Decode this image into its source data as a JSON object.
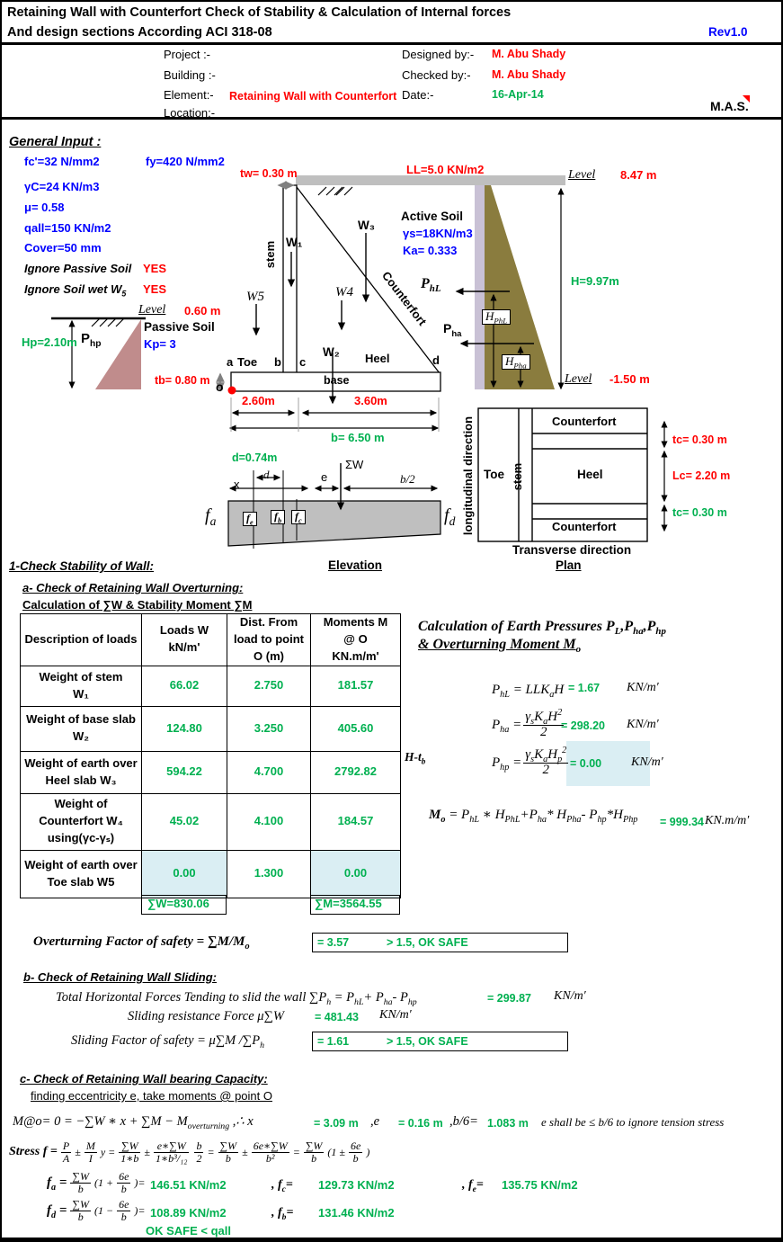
{
  "hdr": {
    "t1": "Retaining Wall with Counterfort Check of Stability & Calculation of Internal forces",
    "t2": "And design sections According ACI 318-08",
    "rev": "Rev1.0",
    "project": "Project :-",
    "building": "Building :-",
    "element": "Element:-",
    "location": "Location:-",
    "element_v": "Retaining Wall with Counterfort",
    "designed": "Designed by:-",
    "designed_v": "M. Abu Shady",
    "checked": "Checked by:-",
    "checked_v": "M. Abu Shady",
    "date": "Date:-",
    "date_v": "16-Apr-14",
    "sig": "M.A.S."
  },
  "gi": {
    "h": "General Input :",
    "fc": "fc'=32 N/mm2",
    "fy": "fy=420 N/mm2",
    "gc": "γC=24 KN/m3",
    "mu": "μ= 0.58",
    "qall": "qall=150 KN/m2",
    "cover": "Cover=50 mm",
    "ip": "Ignore Passive Soil",
    "ip_v": "YES",
    "iw": "Ignore Soil wet W",
    "iw_sub": "5",
    "iw_v": "YES"
  },
  "elev": {
    "tw": "tw= 0.30 m",
    "ll": "LL=5.0 KN/m2",
    "lv": "Level",
    "lv_top": "8.47 m",
    "lv_mid": "0.60 m",
    "lv_bot": "-1.50 m",
    "as1": "Active Soil",
    "as2": "γs=18KN/m3",
    "as3": "Ka= 0.333",
    "w1": "W₁",
    "w2": "W₂",
    "w3": "W₃",
    "w4": "W4",
    "w5": "W5",
    "stem": "stem",
    "cf": "Counterfort",
    "phl": "P",
    "phl_s": "hL",
    "pha": "P",
    "pha_s": "ha",
    "hphl": "H",
    "hphl_s": "PhL",
    "hpha": "H",
    "hpha_s": "Pha",
    "h": "H=9.97m",
    "ps1": "Passive Soil",
    "kp": "Kp= 3",
    "hp": "Hp=2.10m",
    "php": "P",
    "php_s": "hp",
    "tb": "tb= 0.80 m",
    "a": "a",
    "b": "b",
    "c": "c",
    "d": "d",
    "o": "o",
    "toe": "Toe",
    "heel": "Heel",
    "base": "base",
    "d26": "2.60m",
    "d36": "3.60m",
    "b65": "b= 6.50 m",
    "d074": "d=0.74m",
    "sw": "ΣW",
    "e": "e",
    "b2": "b/2",
    "x": "x",
    "dd": "d",
    "fa": "f",
    "fa_s": "a",
    "fb": "f",
    "fb_s": "b",
    "fc": "f",
    "fc_s": "c",
    "fd": "f",
    "fd_s": "d",
    "fe": "f",
    "fe_s": "e",
    "cap": "Elevation"
  },
  "plan": {
    "cf1": "Counterfort",
    "cf2": "Counterfort",
    "heel": "Heel",
    "toe": "Toe",
    "stem": "stem",
    "tc1": "tc= 0.30 m",
    "lc": "Lc= 2.20 m",
    "tc2": "tc= 0.30 m",
    "trans": "Transverse direction",
    "cap": "Plan",
    "long": "longitudinal direction"
  },
  "sec1": {
    "h": "1-Check Stability of Wall:",
    "a": "a- Check of Retaining Wall Overturning:",
    "calc": "Calculation of ∑W &  Stability Moment ∑M"
  },
  "tbl": {
    "h1": "Description of loads",
    "h2a": "Loads W",
    "h2b": "kN/m'",
    "h3a": "Dist. From",
    "h3b": "load to point",
    "h3c": "O (m)",
    "h4a": "Moments M",
    "h4b": "@ O",
    "h4c": "KN.m/m'",
    "rows": [
      {
        "d1": "Weight of stem",
        "d2": "W₁",
        "d3": "",
        "w": "66.02",
        "x": "2.750",
        "mm": "181.57"
      },
      {
        "d1": "Weight of base slab",
        "d2": "W₂",
        "d3": "",
        "w": "124.80",
        "x": "3.250",
        "mm": "405.60"
      },
      {
        "d1": "Weight of earth over",
        "d2": "Heel slab W₃",
        "d3": "",
        "w": "594.22",
        "x": "4.700",
        "mm": "2792.82"
      },
      {
        "d1": "Weight of",
        "d2": "Counterfort W₄",
        "d3": "using(γc-γₛ)",
        "w": "45.02",
        "x": "4.100",
        "mm": "184.57"
      },
      {
        "d1": "Weight of earth over",
        "d2": "Toe slab W5",
        "d3": "",
        "w": "0.00",
        "x": "1.300",
        "mm": "0.00"
      }
    ],
    "sw": "∑W=830.06",
    "sm": "∑M=3564.55"
  },
  "earth": {
    "h1a": "Calculation of Earth Pressures P",
    "h1s1": "L",
    "h1c1": ",",
    "h1b": "P",
    "h1s2": "ha",
    "h1c2": ",",
    "h1c": "P",
    "h1s3": "hp",
    "h2a": "& Overturning Moment M",
    "h2s": "o",
    "htb_a": "H-t",
    "htb_s": "b",
    "eq": "=",
    "phl_l": "P",
    "phl_ls": "hL",
    "phl_f": "= LLK",
    "phl_fs": "a",
    "phl_f2": "H",
    "phl_r": "= 1.67",
    "phl_u": "KN/m′",
    "pha_l": "P",
    "pha_ls": "ha",
    "n_g": "γ",
    "n_gs": "s",
    "n_k": "K",
    "n_ks": "a",
    "n_h": "H",
    "n_sup": "2",
    "n_hp": "p",
    "den2": "2",
    "pha_r": "= 298.20",
    "pha_u": "KN/m′",
    "php_l": "P",
    "php_ls": "hp",
    "php_r": "= 0.00",
    "php_u": "KN/m′",
    "mo_1": "M",
    "mo_1s": "o",
    "mo_2": " = P",
    "mo_2s": "hL",
    "mo_3": " ∗ H",
    "mo_3s": "PhL",
    "mo_4": "+P",
    "mo_4s": "ha",
    "mo_5": "* H",
    "mo_5s": "Pha",
    "mo_6": "- P",
    "mo_6s": "hp",
    "mo_7": "*H",
    "mo_7s": "Php",
    "mo_r": "= 999.34",
    "mo_u": "KN.m/m′"
  },
  "fos": {
    "l1": "Overturning Factor of safety = ∑M/M",
    "l1s": "o",
    "r": "= 3.57",
    "v": "> 1.5, OK SAFE"
  },
  "slide": {
    "h": "b- Check of Retaining Wall Sliding:",
    "l1a": "Total Horizontal Forces Tending to slid the wall ∑P",
    "l1s1": "h",
    "l1b": " = P",
    "l1s2": "hL",
    "l1c": "+ P",
    "l1s3": "ha",
    "l1d": "- P",
    "l1s4": "hp",
    "l1r": "= 299.87",
    "l1u": "KN/m′",
    "l2": "Sliding resistance Force μ∑W",
    "l2r": "= 481.43",
    "l2u": "KN/m′",
    "l3a": "Sliding Factor of safety = μ∑M /∑P",
    "l3s": "h",
    "l3r": "= 1.61",
    "l3v": "> 1.5, OK SAFE"
  },
  "bear": {
    "h": "c- Check of Retaining Wall bearing Capacity:",
    "h2": "finding eccentricity e, take moments @ point O",
    "m1": "M@o= 0 = −∑W ∗ x + ∑M − M",
    "m1s": "overturning",
    "m2": " ,∴ x",
    "xr": "= 3.09 m",
    "ec": ",e",
    "er": "= 0.16 m",
    "b6": ",b/6=",
    "b6r": "1.083 m",
    "note": "e shall be ≤ b/6 to ignore tension stress",
    "st": "Stress f =",
    "f_p": "P",
    "f_aa": "A",
    "pm": "±",
    "f_m": "M",
    "f_i": "I",
    "f_y": "y =",
    "sw": "∑W",
    "den_1b": "1∗b",
    "num_esw": "e∗∑W",
    "den_1b312": "1∗b³/₁₂",
    "f_b": "b",
    "f_2": "2",
    "num_6esw": "6e∗∑W",
    "den_b2": "b²",
    "p1": "(1 ±",
    "num_6e": "6e",
    "p2": ")",
    "eq": "=",
    "fa_l": "f",
    "fa_ls": "a",
    "fa_p1": "(1 +",
    "fa_p2": ")=",
    "fa_v": "146.51 KN/m2",
    "fc_l": ", f",
    "fc_ls": "c",
    "fc_eq": "=",
    "fc_v": "129.73 KN/m2",
    "fe_l": ", f",
    "fe_ls": "e",
    "fe_eq": "=",
    "fe_v": "135.75 KN/m2",
    "fd_l": "f",
    "fd_ls": "d",
    "fd_p1": "(1 −",
    "fd_p2": ")=",
    "fd_v": "108.89 KN/m2",
    "fb_l": ", f",
    "fb_ls": "b",
    "fb_eq": "=",
    "fb_v": "131.46 KN/m2",
    "ok": "OK SAFE < qall"
  },
  "colors": {
    "red": "#FF0000",
    "blue": "#0000FF",
    "green": "#00B050",
    "cyan": "#DAEEF3",
    "gray_bar": "#BFBFBF",
    "lavender": "#C9C1D5",
    "olive": "#8A7C3E",
    "pink": "#C08C8C"
  }
}
